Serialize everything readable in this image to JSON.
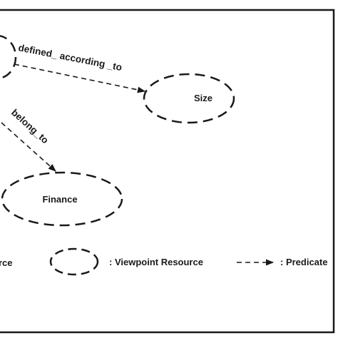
{
  "nodes": {
    "size": "Size",
    "finance": "Finance"
  },
  "edges": {
    "defined_according_to": "defined_ according _to",
    "belong_to": "belong_to"
  },
  "legend": {
    "cut_resource_suffix": "rce",
    "viewpoint_resource": ": Viewpoint Resource",
    "predicate": ": Predicate"
  }
}
